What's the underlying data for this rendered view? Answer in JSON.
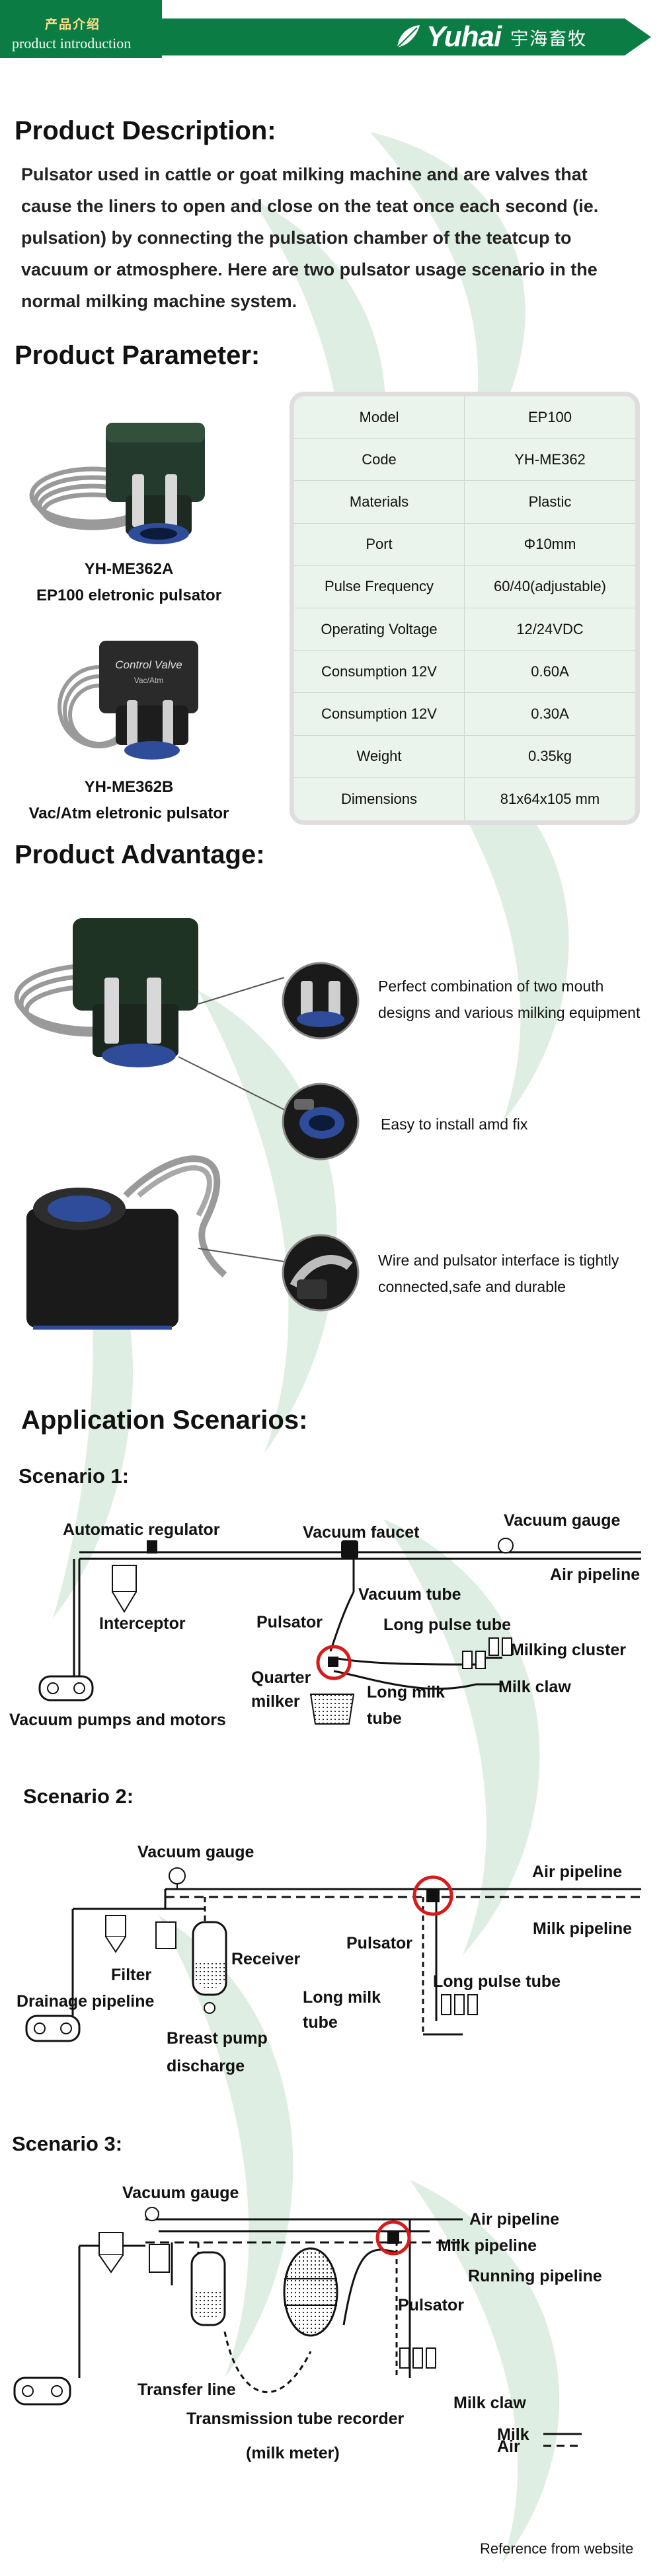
{
  "header": {
    "title_cn": "产品介绍",
    "title_en": "product introduction",
    "logo_text": "Yuhai",
    "logo_cn": "宇海畜牧"
  },
  "description": {
    "heading": "Product Description:",
    "text_lines": [
      "Pulsator used in cattle or goat milking machine and are valves that",
      "cause the liners to open and close on the teat once each second (ie.",
      "pulsation) by connecting the pulsation chamber of the teatcup to",
      "vacuum or atmosphere. Here are two pulsator usage scenario in the",
      "normal milking machine system."
    ]
  },
  "parameter": {
    "heading": "Product Parameter:",
    "product1": {
      "code": "YH-ME362A",
      "name": "EP100 eletronic pulsator"
    },
    "product2": {
      "code": "YH-ME362B",
      "name": "Vac/Atm eletronic pulsator",
      "device_label_1": "Control Valve",
      "device_label_2": "Vac/Atm"
    },
    "table": [
      {
        "key": "Model",
        "value": "EP100"
      },
      {
        "key": "Code",
        "value": "YH-ME362"
      },
      {
        "key": "Materials",
        "value": "Plastic"
      },
      {
        "key": "Port",
        "value": "Φ10mm"
      },
      {
        "key": "Pulse Frequency",
        "value": "60/40(adjustable)"
      },
      {
        "key": "Operating Voltage",
        "value": "12/24VDC"
      },
      {
        "key": "Consumption 12V",
        "value": "0.60A"
      },
      {
        "key": "Consumption 12V",
        "value": "0.30A"
      },
      {
        "key": "Weight",
        "value": "0.35kg"
      },
      {
        "key": "Dimensions",
        "value": "81x64x105 mm"
      }
    ]
  },
  "advantage": {
    "heading": "Product Advantage:",
    "items": [
      {
        "line1": "Perfect combination of two mouth",
        "line2": "designs and various milking equipment"
      },
      {
        "line1": "Easy to install amd fix",
        "line2": ""
      },
      {
        "line1": "Wire and pulsator interface is tightly",
        "line2": "connected,safe and durable"
      }
    ]
  },
  "application": {
    "heading": "Application Scenarios:",
    "scenario1": {
      "title": "Scenario 1:",
      "labels": {
        "automatic_regulator": "Automatic regulator",
        "vacuum_faucet": "Vacuum faucet",
        "vacuum_gauge": "Vacuum gauge",
        "air_pipeline": "Air pipeline",
        "vacuum_tube": "Vacuum tube",
        "interceptor": "Interceptor",
        "pulsator": "Pulsator",
        "long_pulse_tube": "Long pulse tube",
        "milking_cluster": "Milking cluster",
        "quarter": "Quarter",
        "milker": "milker",
        "long_milk": "Long milk",
        "tube": "tube",
        "milk_claw": "Milk claw",
        "vacuum_pumps": "Vacuum pumps and motors"
      }
    },
    "scenario2": {
      "title": "Scenario 2:",
      "labels": {
        "vacuum_gauge": "Vacuum gauge",
        "air_pipeline": "Air pipeline",
        "milk_pipeline": "Milk pipeline",
        "receiver": "Receiver",
        "pulsator": "Pulsator",
        "filter": "Filter",
        "drainage_pipeline": "Drainage pipeline",
        "long_pulse_tube": "Long pulse tube",
        "long_milk": "Long milk",
        "tube": "tube",
        "breast_pump": "Breast pump",
        "discharge": "discharge"
      }
    },
    "scenario3": {
      "title": "Scenario 3:",
      "labels": {
        "vacuum_gauge": "Vacuum gauge",
        "air_pipeline": "Air pipeline",
        "milk_pipeline": "Milk pipeline",
        "running_pipeline": "Running pipeline",
        "pulsator": "Pulsator",
        "transfer_line": "Transfer line",
        "milk_claw": "Milk claw",
        "recorder": "Transmission tube recorder",
        "milk_meter": "(milk meter)",
        "legend_milk": "Milk",
        "legend_air": "Air"
      }
    }
  },
  "footer": {
    "reference": "Reference from website"
  },
  "colors": {
    "brand_green": "#0b7d44",
    "watermark_green": "#dcecdf",
    "highlight_red": "#d91a1a"
  }
}
